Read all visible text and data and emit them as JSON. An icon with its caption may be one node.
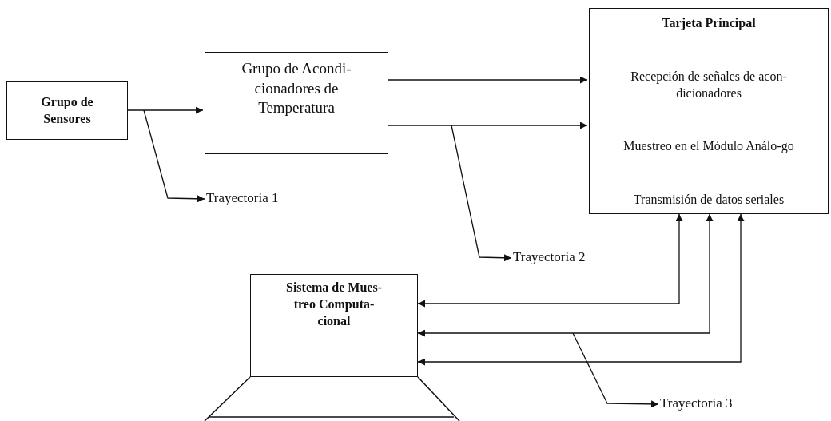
{
  "diagram": {
    "nodes": [
      {
        "text": [
          "Grupo de Sensores"
        ]
      },
      {
        "text": [
          "Grupo de Acondi-cionadores de Temperatura"
        ]
      },
      {
        "text": [
          "Tarjeta Principal",
          "Recepción de señales de acon-dicionadores",
          "Muestreo en el Módulo Análo-go",
          "Transmisión de datos seriales"
        ]
      },
      {
        "text": [
          "Sistema de Mues-treo Computa-cional"
        ]
      },
      {
        "text": [
          "Trayectoria 1"
        ]
      },
      {
        "text": [
          "Trayectoria 2"
        ]
      },
      {
        "text": [
          "Trayectoria 3"
        ]
      }
    ],
    "edges": [
      {
        "from": 0,
        "to": 1,
        "arrow": "to"
      },
      {
        "from": 1,
        "to": 2,
        "arrow": "to"
      },
      {
        "from": 1,
        "to": 2,
        "arrow": "to"
      },
      {
        "from": 2,
        "to": 3,
        "arrow": "both"
      },
      {
        "from": 2,
        "to": 3,
        "arrow": "both"
      },
      {
        "from": 2,
        "to": 3,
        "arrow": "both"
      },
      {
        "from": null,
        "to": 4,
        "arrow": "to"
      },
      {
        "from": null,
        "to": 5,
        "arrow": "to"
      },
      {
        "from": null,
        "to": 6,
        "arrow": "to"
      }
    ]
  }
}
